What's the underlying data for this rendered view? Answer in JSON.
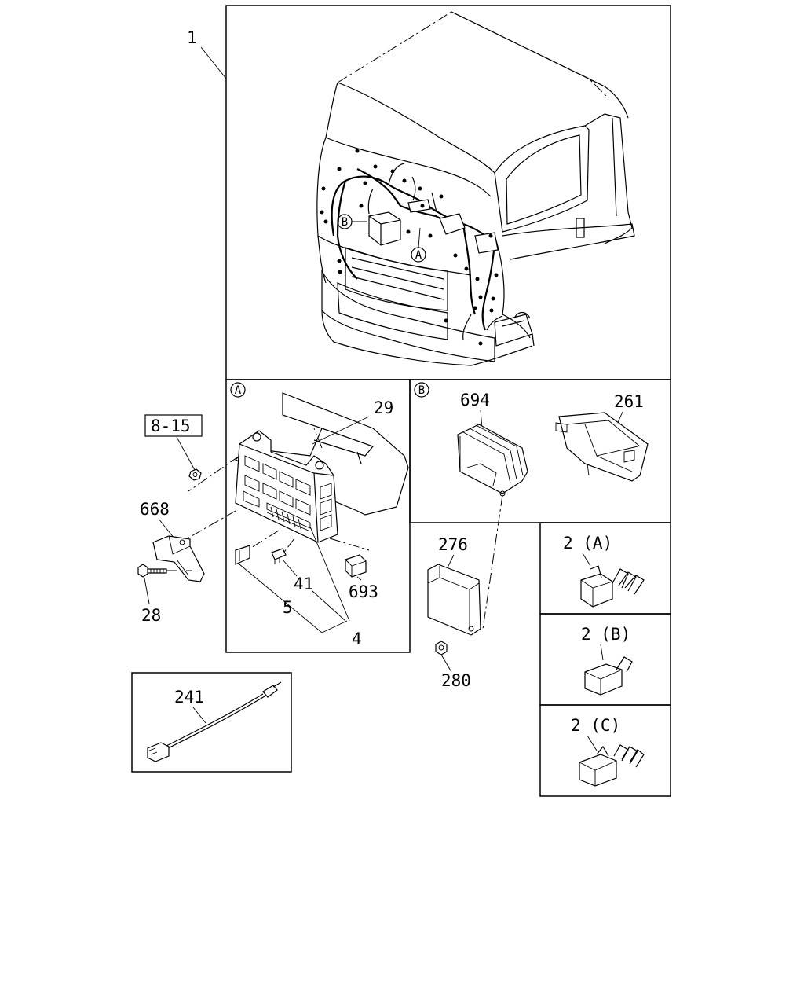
{
  "labels": {
    "harness": "1",
    "ref_8_15": "8-15",
    "bracket_668": "668",
    "bolt_28": "28",
    "cover_29": "29",
    "clip_5": "5",
    "fuse_41": "41",
    "relay_693": "693",
    "fusebox_4": "4",
    "cover_241": "241",
    "ecu_694": "694",
    "cover_261": "261",
    "cover_276": "276",
    "nut_280": "280",
    "relay_2a": "2 (A)",
    "relay_2b": "2 (B)",
    "relay_2c": "2 (C)"
  },
  "callouts": {
    "a_main": "A",
    "b_main": "B",
    "a_panel": "A",
    "b_panel": "B"
  }
}
